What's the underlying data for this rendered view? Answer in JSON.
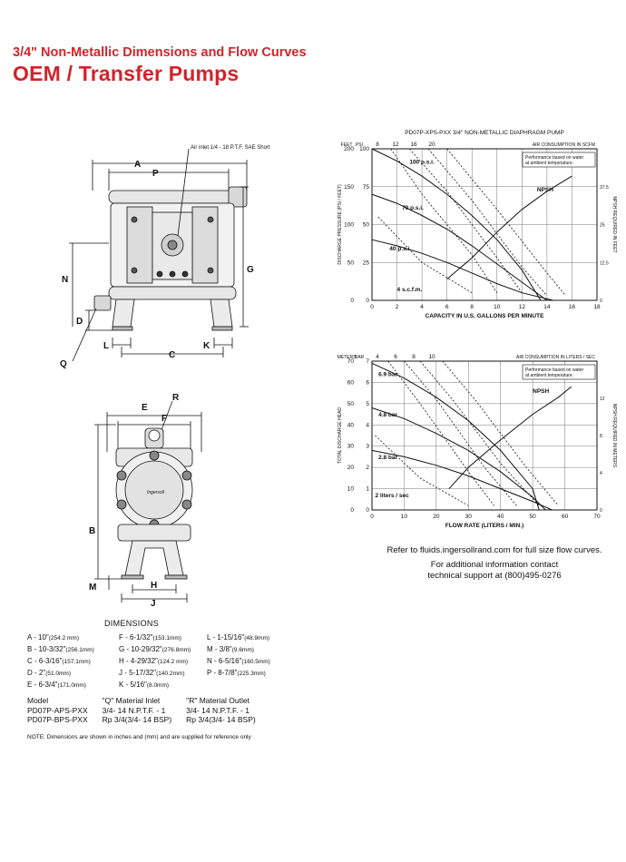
{
  "header": {
    "subtitle": "3/4\"  Non-Metallic Dimensions and Flow Curves",
    "title": "OEM / Transfer Pumps"
  },
  "front_view": {
    "air_inlet_label": "Air inlet 1/4 - 18 P.T.F. SAE Short",
    "dim_letters": {
      "A": "A",
      "P": "P",
      "N": "N",
      "G": "G",
      "D": "D",
      "L": "L",
      "C": "C",
      "K": "K",
      "Q": "Q"
    }
  },
  "side_view": {
    "brand": "Ingersoll",
    "dim_letters": {
      "E": "E",
      "F": "F",
      "R": "R",
      "B": "B",
      "H": "H",
      "M": "M",
      "J": "J"
    }
  },
  "chart_data": [
    {
      "type": "line",
      "title": "PD07P-XPS-PXX 3/4\" NON-METALLIC DIAPHRAGM PUMP",
      "xlabel": "CAPACITY IN U.S. GALLONS PER MINUTE",
      "ylabel_left_outer": "FEET",
      "ylabel_left": "PSI",
      "ylabel_left_axis": "DISCHARGE PRESSURE (PSI / FEET)",
      "ylabel_right": "NPSH REQUIRED IN FEET",
      "top_axis_label": "AIR CONSUMPTION IN SCFM",
      "note": "Performance based on water at ambient temperature.",
      "xlim": [
        0,
        18
      ],
      "ylim": [
        0,
        100
      ],
      "x_ticks": [
        "0",
        "2",
        "4",
        "6",
        "8",
        "10",
        "12",
        "14",
        "16",
        "18"
      ],
      "y_ticks_psi": [
        "0",
        "25",
        "50",
        "75",
        "100"
      ],
      "y_ticks_feet": [
        "0",
        "50",
        "100",
        "150",
        "200"
      ],
      "right_ticks": [
        "0",
        "12.5",
        "25",
        "37.5"
      ],
      "top_ticks": [
        "8",
        "12",
        "16",
        "20"
      ],
      "curve_labels": {
        "p100": "100 p.s.i.",
        "p70": "70 p.s.i.",
        "p40": "40 p.s.i.",
        "scfm": "4 s.c.f.m.",
        "npsh": "NPSH"
      },
      "series": [
        {
          "name": "100 p.s.i.",
          "x": [
            0,
            2,
            4,
            6,
            8,
            10,
            12,
            13.5
          ],
          "y": [
            100,
            92,
            82,
            70,
            56,
            40,
            20,
            0
          ]
        },
        {
          "name": "70 p.s.i.",
          "x": [
            0,
            2,
            4,
            6,
            8,
            10,
            12,
            14
          ],
          "y": [
            70,
            64,
            56,
            47,
            36,
            24,
            12,
            0
          ]
        },
        {
          "name": "40 p.s.i.",
          "x": [
            0,
            2,
            4,
            6,
            8,
            10,
            12,
            14.5
          ],
          "y": [
            40,
            36,
            31,
            25,
            18,
            11,
            5,
            0
          ]
        },
        {
          "name": "NPSH",
          "x": [
            6,
            8,
            10,
            12,
            14,
            16
          ],
          "y": [
            14,
            28,
            45,
            60,
            72,
            82
          ]
        }
      ],
      "air_lines": [
        {
          "name": "4 s.c.f.m.",
          "x": [
            0.5,
            4,
            8
          ],
          "y": [
            55,
            25,
            5
          ]
        },
        {
          "name": "8",
          "x": [
            1.5,
            4,
            8,
            10
          ],
          "y": [
            100,
            70,
            30,
            5
          ]
        },
        {
          "name": "12",
          "x": [
            3,
            6,
            10,
            12
          ],
          "y": [
            100,
            72,
            28,
            5
          ]
        },
        {
          "name": "16",
          "x": [
            4.5,
            8,
            12,
            14
          ],
          "y": [
            100,
            66,
            22,
            3
          ]
        },
        {
          "name": "20",
          "x": [
            6,
            10,
            14,
            15.5
          ],
          "y": [
            100,
            60,
            18,
            3
          ]
        }
      ]
    },
    {
      "type": "line",
      "title": "",
      "xlabel": "FLOW RATE (LITERS / MIN.)",
      "ylabel_left_outer": "METERS",
      "ylabel_left": "BAR",
      "ylabel_left_axis": "TOTAL DISCHARGE HEAD",
      "ylabel_right": "NPSH REQUIRED IN METERS",
      "top_axis_label": "AIR CONSUMPTION IN LITERS / SEC",
      "note": "Performance based on water at ambient temperature.",
      "xlim": [
        0,
        70
      ],
      "ylim": [
        0,
        7
      ],
      "x_ticks": [
        "0",
        "10",
        "20",
        "30",
        "40",
        "50",
        "60",
        "70"
      ],
      "y_ticks_bar": [
        "0",
        "1",
        "2",
        "3",
        "4",
        "5",
        "6",
        "7"
      ],
      "y_ticks_meters": [
        "0",
        "10",
        "20",
        "30",
        "40",
        "50",
        "60",
        "70"
      ],
      "right_ticks": [
        "0",
        "4",
        "8",
        "12"
      ],
      "top_ticks": [
        "4",
        "6",
        "8",
        "10"
      ],
      "curve_labels": {
        "b69": "6.9 bar",
        "b48": "4.8 bar",
        "b28": "2.8 bar",
        "ls": "2 liters / sec",
        "npsh": "NPSH"
      },
      "series": [
        {
          "name": "6.9 bar",
          "x": [
            0,
            10,
            20,
            30,
            40,
            50,
            52
          ],
          "y": [
            6.9,
            6.2,
            5.3,
            4.2,
            2.8,
            1.0,
            0
          ]
        },
        {
          "name": "4.8 bar",
          "x": [
            0,
            10,
            20,
            30,
            40,
            50,
            54
          ],
          "y": [
            4.8,
            4.3,
            3.6,
            2.8,
            1.8,
            0.6,
            0
          ]
        },
        {
          "name": "2.8 bar",
          "x": [
            0,
            10,
            20,
            30,
            40,
            50,
            56
          ],
          "y": [
            2.8,
            2.5,
            2.1,
            1.6,
            1.0,
            0.4,
            0
          ]
        },
        {
          "name": "NPSH",
          "x": [
            24,
            30,
            40,
            50,
            58,
            62
          ],
          "y": [
            1.0,
            2.0,
            3.3,
            4.5,
            5.3,
            5.8
          ]
        }
      ],
      "air_lines": [
        {
          "name": "2 liters / sec",
          "x": [
            1,
            15,
            30
          ],
          "y": [
            3.5,
            1.5,
            0.2
          ]
        },
        {
          "name": "4",
          "x": [
            5,
            15,
            30,
            38
          ],
          "y": [
            7,
            5,
            1.8,
            0.2
          ]
        },
        {
          "name": "6",
          "x": [
            10,
            20,
            35,
            45
          ],
          "y": [
            7,
            5.2,
            2,
            0.2
          ]
        },
        {
          "name": "8",
          "x": [
            15,
            25,
            40,
            52
          ],
          "y": [
            7,
            5.2,
            2.2,
            0.2
          ]
        },
        {
          "name": "10",
          "x": [
            22,
            32,
            48,
            58
          ],
          "y": [
            7,
            5.2,
            2,
            0.2
          ]
        }
      ]
    }
  ],
  "refer": {
    "line1": "Refer to fluids.ingersollrand.com for full size flow curves.",
    "line2": "For additional information contact",
    "line3": "technical support at (800)495-0276"
  },
  "dimensions": {
    "title": "DIMENSIONS",
    "col1": [
      {
        "in": "A  - 10\"",
        "mm": "(254.2 mm)"
      },
      {
        "in": "B  - 10-3/32\"",
        "mm": "(256.1mm)"
      },
      {
        "in": "C  - 6-3/16\"",
        "mm": "(157.1mm)"
      },
      {
        "in": "D  - 2\"",
        "mm": "(51.0mm)"
      },
      {
        "in": "E  - 6-3/4\"",
        "mm": "(171.0mm)"
      }
    ],
    "col2": [
      {
        "in": "F  - 6-1/32\"",
        "mm": "(153.1mm)"
      },
      {
        "in": "G  - 10-29/32\"",
        "mm": "(276.8mm)"
      },
      {
        "in": "H  - 4-29/32\"",
        "mm": "(124.2 mm)"
      },
      {
        "in": "J  - 5-17/32\"",
        "mm": "(140.2mm)"
      },
      {
        "in": "K  - 5/16\"",
        "mm": "(8.0mm)"
      }
    ],
    "col3": [
      {
        "in": "L  - 1-15/16\"",
        "mm": "(48.9mm)"
      },
      {
        "in": "M  - 3/8\"",
        "mm": "(9.6mm)"
      },
      {
        "in": "N  - 6-5/16\"",
        "mm": "(160.5mm)"
      },
      {
        "in": "P  - 8-7/8\"",
        "mm": "(225.3mm)"
      }
    ]
  },
  "models": {
    "headers": [
      "Model",
      "\"Q\" Material Inlet",
      "\"R\" Material Outlet"
    ],
    "rows": [
      [
        "PD07P-APS-PXX",
        "3/4- 14 N.P.T.F. - 1",
        "3/4- 14 N.P.T.F. - 1"
      ],
      [
        "PD07P-BPS-PXX",
        "Rp 3/4(3/4- 14 BSP)",
        "Rp 3/4(3/4- 14 BSP)"
      ]
    ]
  },
  "note": "NOTE: Dimensions are shown in inches and (mm) and are supplied for reference only"
}
